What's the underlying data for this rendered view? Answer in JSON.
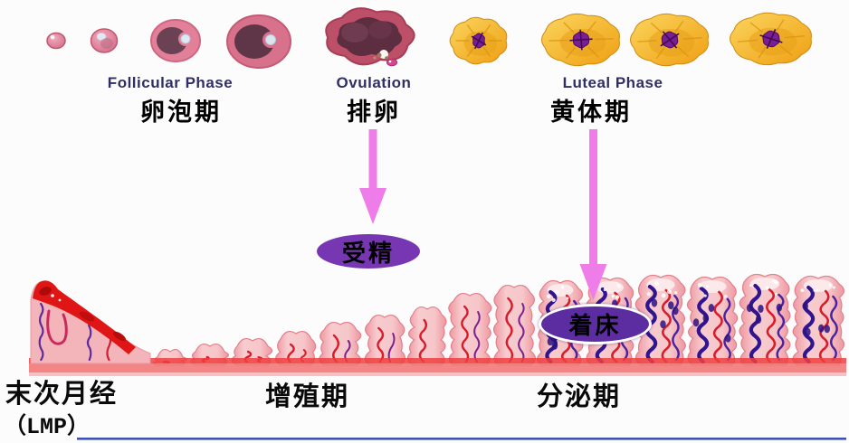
{
  "diagram": {
    "phases": [
      {
        "en": "Follicular Phase",
        "zh": "卵泡期"
      },
      {
        "en": "Ovulation",
        "zh": "排卵"
      },
      {
        "en": "Luteal Phase",
        "zh": "黄体期"
      }
    ],
    "events": {
      "fertilization": "受精",
      "implantation": "着床"
    },
    "bottom": {
      "lmp_zh": "末次月经",
      "lmp_en": "（LMP）",
      "proliferative": "增殖期",
      "secretory": "分泌期"
    },
    "colors": {
      "arrow": "#ef7de9",
      "fertilization_oval": "#7737b3",
      "implantation_oval": "#5b2da1",
      "phase_label": "#2f2f63",
      "bottom_line": "#3f51b5",
      "endometrium_tissue": "#f3b4ba",
      "red_vessel": "#d81c2c",
      "dark_vessel": "#31148f",
      "menstrual_blood": "#e01616",
      "follicle_pink": "#e2809a",
      "corpus_luteum_yellow": "#f0a916",
      "corpus_luteum_center": "#7c1d95"
    }
  }
}
